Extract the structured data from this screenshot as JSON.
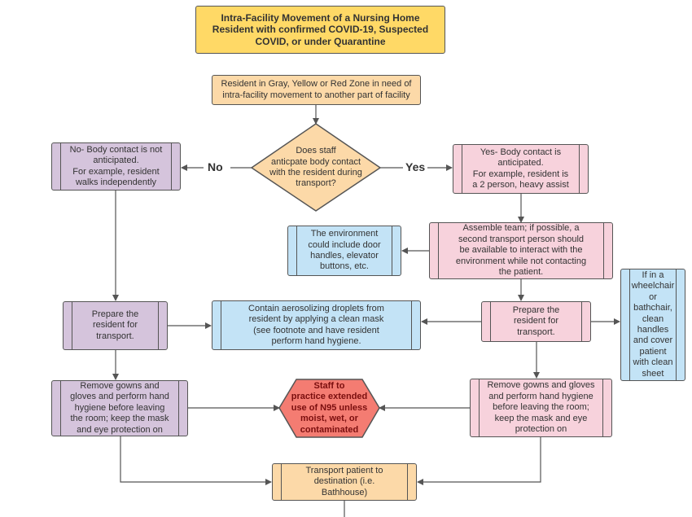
{
  "colors": {
    "title_fill": "#ffd966",
    "orange_fill": "#fcd9a8",
    "purple_fill": "#d5c4dc",
    "pink_fill": "#f7d2dc",
    "blue_fill": "#c3e3f6",
    "stop_fill": "#f47c72",
    "line": "#555555"
  },
  "diagram": {
    "title": "Intra-Facility Movement of a Nursing Home\nResident with confirmed COVID-19, Suspected\nCOVID, or under Quarantine",
    "start": "Resident in Gray, Yellow or Red Zone in need of\nintra-facility movement to another part of facility",
    "decision": "Does staff\nanticpate body contact\nwith the resident during\ntransport?",
    "label_no": "No",
    "label_yes": "Yes",
    "no_box": "No- Body contact is not\nanticipated.\nFor example, resident\nwalks independently",
    "yes_box": "Yes- Body contact is\nanticipated.\nFor example, resident is\na 2 person, heavy assist",
    "assemble": "Assemble team; if possible, a\nsecond transport person should\nbe available to interact with the\nenvironment while not contacting\nthe patient.",
    "environment": "The environment\ncould include door\nhandles, elevator\nbuttons, etc.",
    "prepare_left": "Prepare the\nresident for\ntransport.",
    "contain": "Contain aerosolizing droplets from\nresident by applying a clean  mask\n(see footnote and have resident\nperform hand hygiene.",
    "prepare_right": "Prepare the\nresident for\ntransport.",
    "wheelchair": "If in a\nwheelchair\nor\nbathchair,\nclean\nhandles\nand cover\npatient\nwith clean\nsheet",
    "remove_left": "Remove gowns and\ngloves and perform hand\nhygiene before leaving\nthe room; keep the mask\nand eye protection on",
    "n95": "Staff to\npractice extended\nuse of N95 unless\nmoist, wet, or\ncontaminated",
    "remove_right": "Remove gowns and gloves\nand perform hand hygiene\nbefore leaving the room;\nkeep the mask and eye\nprotection on",
    "transport": "Transport patient to\ndestination (i.e.\nBathhouse)"
  }
}
